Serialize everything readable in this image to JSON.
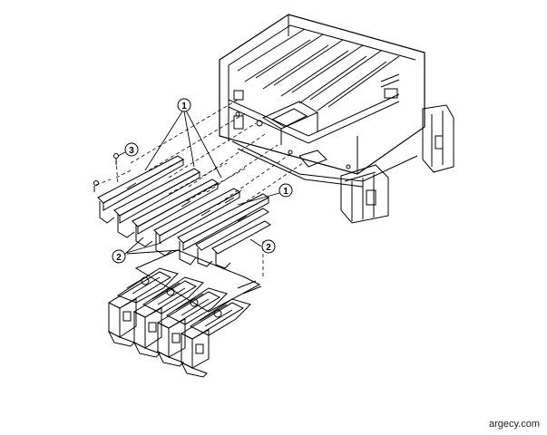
{
  "callouts": {
    "c1_top": "1",
    "c1_right": "1",
    "c2_left": "2",
    "c2_right": "2",
    "c3": "3"
  },
  "watermark": "argecy.com",
  "colors": {
    "line": "#000000",
    "background": "#ffffff"
  }
}
